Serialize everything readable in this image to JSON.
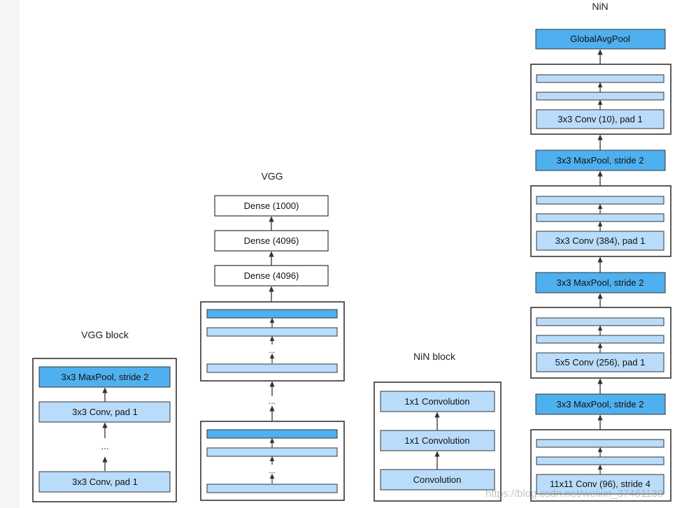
{
  "vgg_block": {
    "title": "VGG block",
    "maxpool": "3x3 MaxPool, stride 2",
    "conv_top": "3x3 Conv, pad 1",
    "ellipsis": "...",
    "conv_bottom": "3x3 Conv, pad 1"
  },
  "vgg": {
    "title": "VGG",
    "dense_1000": "Dense (1000)",
    "dense_4096_a": "Dense (4096)",
    "dense_4096_b": "Dense (4096)",
    "ellipsis": "..."
  },
  "nin_block": {
    "title": "NiN block",
    "conv1x1_a": "1x1 Convolution",
    "conv1x1_b": "1x1 Convolution",
    "conv": "Convolution"
  },
  "nin": {
    "title": "NiN",
    "global_pool": "GlobalAvgPool",
    "block4_conv": "3x3 Conv (10), pad 1",
    "maxpool_3": "3x3 MaxPool, stride 2",
    "block3_conv": "3x3 Conv (384), pad 1",
    "maxpool_2": "3x3 MaxPool, stride 2",
    "block2_conv": "5x5 Conv (256), pad 1",
    "maxpool_1": "3x3 MaxPool, stride 2",
    "block1_conv": "11x11 Conv (96), stride 4"
  },
  "watermark": "https://blog.csdn.net/weixin_37461130",
  "colors": {
    "pool_fill": "#4fb0ef",
    "conv_fill": "#b9dcfa",
    "stroke": "#333333",
    "text": "#222222"
  }
}
